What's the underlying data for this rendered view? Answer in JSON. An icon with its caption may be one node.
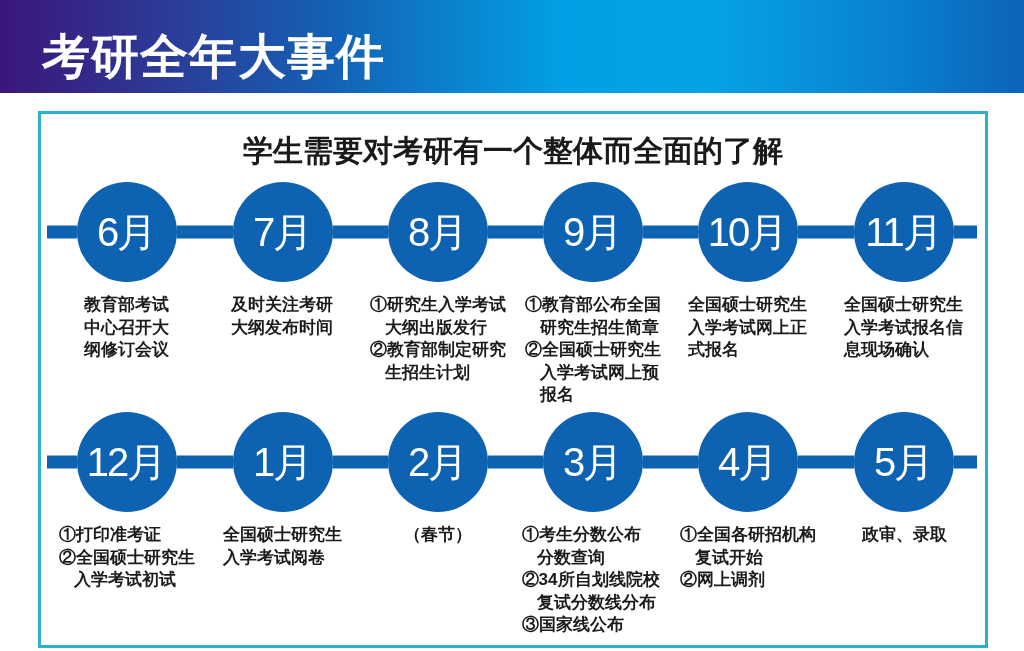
{
  "diagram": {
    "title": "考研全年大事件",
    "nodes": [
      {
        "text": [
          "学生需要对考研有一个整体而全面的了解"
        ]
      },
      {
        "text": [
          "6月"
        ],
        "in": 0,
        "beside": [
          "教育部考试中心召开大纲修订会议"
        ]
      },
      {
        "text": [
          "7月"
        ],
        "in": 0,
        "beside": [
          "及时关注考研大纲发布时间"
        ]
      },
      {
        "text": [
          "8月"
        ],
        "in": 0,
        "beside": [
          "①研究生入学考试大纲出版发行",
          "②教育部制定研究生招生计划"
        ]
      },
      {
        "text": [
          "9月"
        ],
        "in": 0,
        "beside": [
          "①教育部公布全国研究生招生简章",
          "②全国硕士研究生入学考试网上预报名"
        ]
      },
      {
        "text": [
          "10月"
        ],
        "in": 0,
        "beside": [
          "全国硕士研究生入学考试网上正式报名"
        ]
      },
      {
        "text": [
          "11月"
        ],
        "in": 0,
        "beside": [
          "全国硕士研究生入学考试报名信息现场确认"
        ]
      },
      {
        "text": [
          "12月"
        ],
        "in": 0,
        "beside": [
          "①打印准考证",
          "②全国硕士研究生入学考试初试"
        ]
      },
      {
        "text": [
          "1月"
        ],
        "in": 0,
        "beside": [
          "全国硕士研究生入学考试阅卷"
        ]
      },
      {
        "text": [
          "2月"
        ],
        "in": 0,
        "beside": [
          "（春节）"
        ]
      },
      {
        "text": [
          "3月"
        ],
        "in": 0,
        "beside": [
          "①考生分数公布分数查询",
          "②34所自划线院校复试分数线分布",
          "③国家线公布"
        ]
      },
      {
        "text": [
          "4月"
        ],
        "in": 0,
        "beside": [
          "①全国各研招机构复试开始",
          "②网上调剂"
        ]
      },
      {
        "text": [
          "5月"
        ],
        "in": 0,
        "beside": [
          "政审、录取"
        ]
      }
    ],
    "edges": [
      {
        "from": null,
        "to": 1,
        "arrow": "none"
      },
      {
        "from": 1,
        "to": 2,
        "arrow": "none"
      },
      {
        "from": 2,
        "to": 3,
        "arrow": "none"
      },
      {
        "from": 3,
        "to": 4,
        "arrow": "none"
      },
      {
        "from": 4,
        "to": 5,
        "arrow": "none"
      },
      {
        "from": 5,
        "to": 6,
        "arrow": "none"
      },
      {
        "from": 6,
        "to": null,
        "arrow": "none"
      },
      {
        "from": null,
        "to": 7,
        "arrow": "none"
      },
      {
        "from": 7,
        "to": 8,
        "arrow": "none"
      },
      {
        "from": 8,
        "to": 9,
        "arrow": "none"
      },
      {
        "from": 9,
        "to": 10,
        "arrow": "none"
      },
      {
        "from": 10,
        "to": 11,
        "arrow": "none"
      },
      {
        "from": 11,
        "to": 12,
        "arrow": "none"
      },
      {
        "from": 12,
        "to": null,
        "arrow": "none"
      }
    ]
  }
}
